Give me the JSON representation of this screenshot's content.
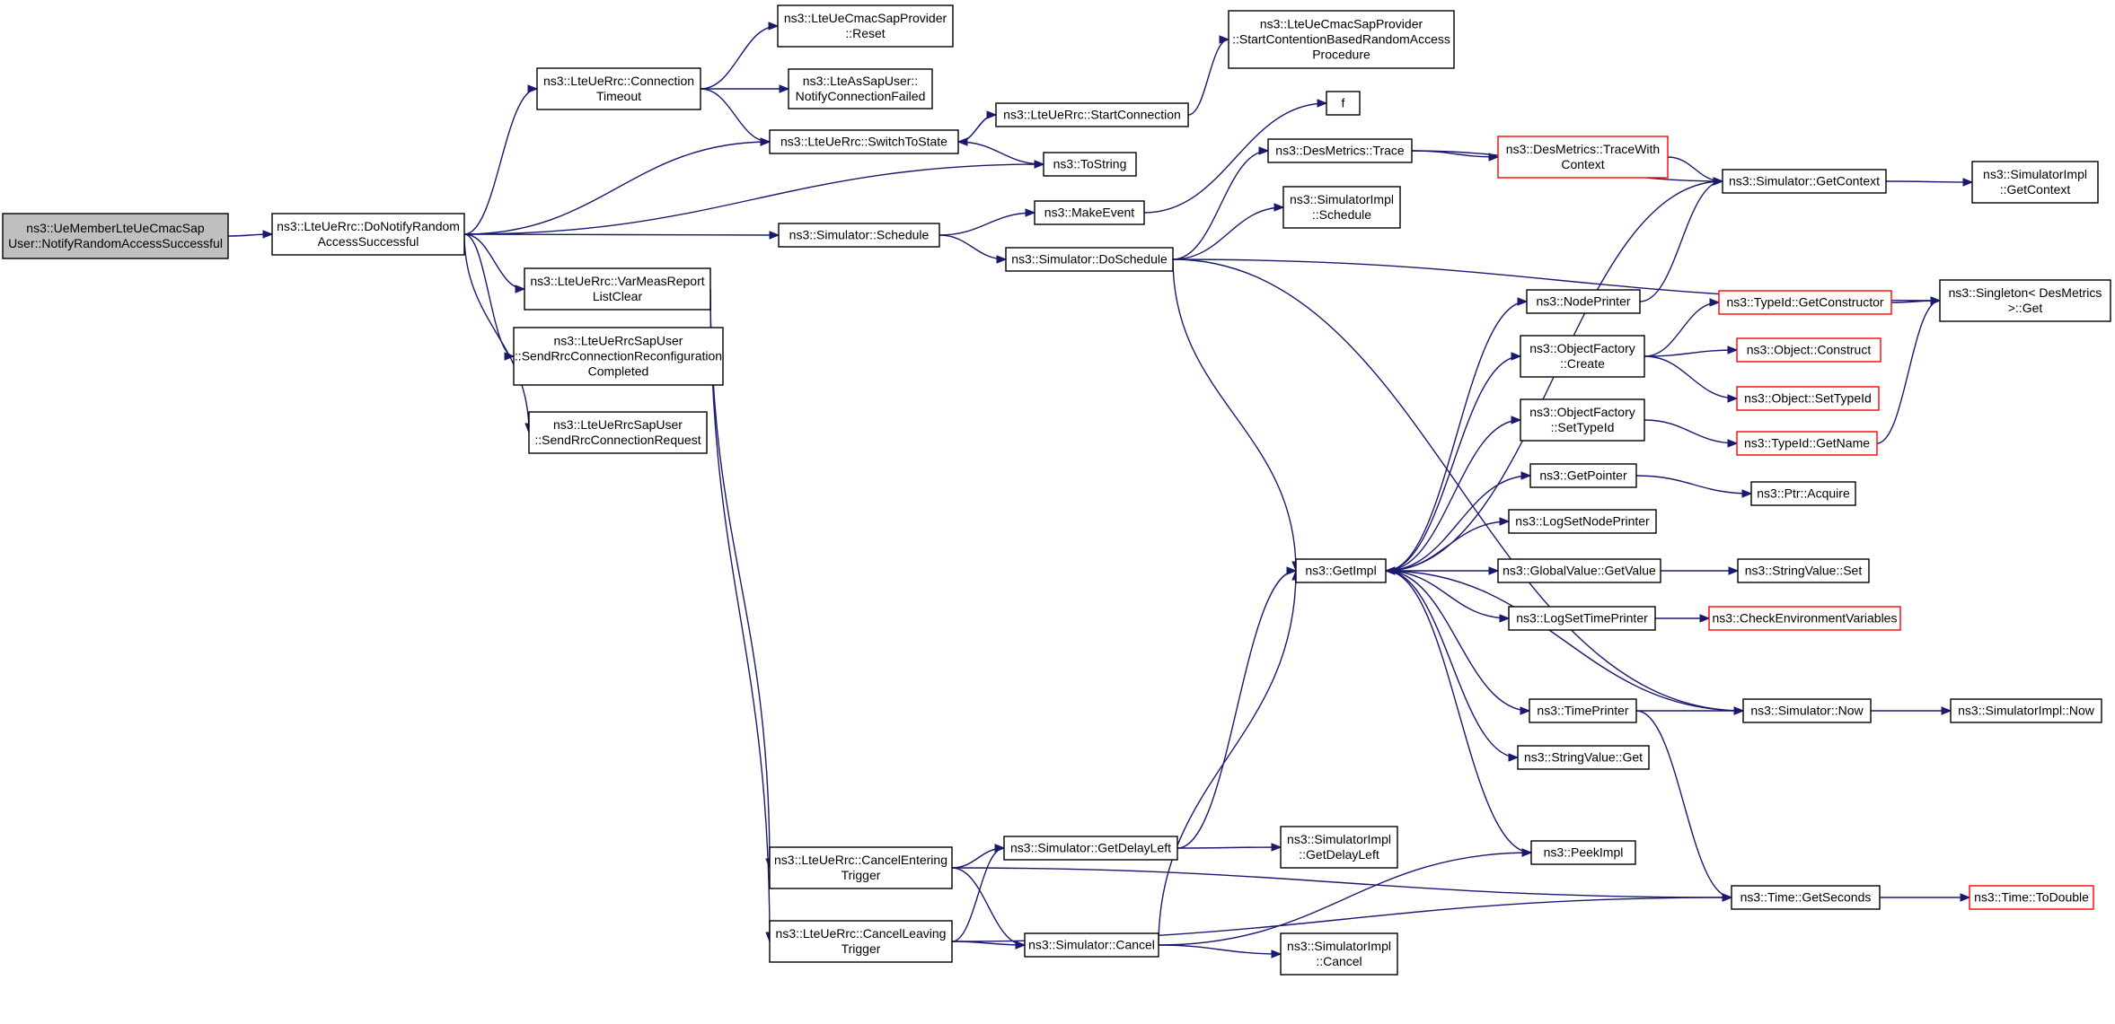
{
  "colors": {
    "edge": "#191970",
    "node_border": "#000000",
    "truncated_border": "#ff0000",
    "root_fill": "#bfbfbf",
    "background": "#ffffff"
  },
  "nodes": [
    {
      "id": "root",
      "lines": [
        "ns3::UeMemberLteUeCmacSap",
        "User::NotifyRandomAccessSuccessful"
      ],
      "style": "root"
    },
    {
      "id": "dnras",
      "lines": [
        "ns3::LteUeRrc::DoNotifyRandom",
        "AccessSuccessful"
      ]
    },
    {
      "id": "ct",
      "lines": [
        "ns3::LteUeRrc::Connection",
        "Timeout"
      ]
    },
    {
      "id": "cmreset",
      "lines": [
        "ns3::LteUeCmacSapProvider",
        "::Reset"
      ]
    },
    {
      "id": "ncf",
      "lines": [
        "ns3::LteAsSapUser::",
        "NotifyConnectionFailed"
      ]
    },
    {
      "id": "sts",
      "lines": [
        "ns3::LteUeRrc::SwitchToState"
      ]
    },
    {
      "id": "sc",
      "lines": [
        "ns3::LteUeRrc::StartConnection"
      ]
    },
    {
      "id": "scbra",
      "lines": [
        "ns3::LteUeCmacSapProvider",
        "::StartContentionBasedRandomAccess",
        "Procedure"
      ]
    },
    {
      "id": "tostr",
      "lines": [
        "ns3::ToString"
      ]
    },
    {
      "id": "f",
      "lines": [
        "f"
      ]
    },
    {
      "id": "me",
      "lines": [
        "ns3::MakeEvent"
      ]
    },
    {
      "id": "sched",
      "lines": [
        "ns3::Simulator::Schedule"
      ]
    },
    {
      "id": "dsched",
      "lines": [
        "ns3::Simulator::DoSchedule"
      ]
    },
    {
      "id": "dmtrace",
      "lines": [
        "ns3::DesMetrics::Trace"
      ]
    },
    {
      "id": "dmtwc",
      "lines": [
        "ns3::DesMetrics::TraceWith",
        "Context"
      ],
      "style": "red"
    },
    {
      "id": "getctx",
      "lines": [
        "ns3::Simulator::GetContext"
      ]
    },
    {
      "id": "sigetctx",
      "lines": [
        "ns3::SimulatorImpl",
        "::GetContext"
      ]
    },
    {
      "id": "sisched",
      "lines": [
        "ns3::SimulatorImpl",
        "::Schedule"
      ]
    },
    {
      "id": "singleton",
      "lines": [
        "ns3::Singleton< DesMetrics",
        " >::Get"
      ]
    },
    {
      "id": "vmrlc",
      "lines": [
        "ns3::LteUeRrc::VarMeasReport",
        "ListClear"
      ]
    },
    {
      "id": "srcrc",
      "lines": [
        "ns3::LteUeRrcSapUser",
        "::SendRrcConnectionReconfiguration",
        "Completed"
      ]
    },
    {
      "id": "srcr",
      "lines": [
        "ns3::LteUeRrcSapUser",
        "::SendRrcConnectionRequest"
      ]
    },
    {
      "id": "nodep",
      "lines": [
        "ns3::NodePrinter"
      ]
    },
    {
      "id": "ofc",
      "lines": [
        "ns3::ObjectFactory",
        "::Create"
      ]
    },
    {
      "id": "tgc",
      "lines": [
        "ns3::TypeId::GetConstructor"
      ],
      "style": "red"
    },
    {
      "id": "oconst",
      "lines": [
        "ns3::Object::Construct"
      ],
      "style": "red"
    },
    {
      "id": "osti",
      "lines": [
        "ns3::Object::SetTypeId"
      ],
      "style": "red"
    },
    {
      "id": "ofsti",
      "lines": [
        "ns3::ObjectFactory",
        "::SetTypeId"
      ]
    },
    {
      "id": "tgn",
      "lines": [
        "ns3::TypeId::GetName"
      ],
      "style": "red"
    },
    {
      "id": "gptr",
      "lines": [
        "ns3::GetPointer"
      ]
    },
    {
      "id": "pacq",
      "lines": [
        "ns3::Ptr::Acquire"
      ]
    },
    {
      "id": "lsnp",
      "lines": [
        "ns3::LogSetNodePrinter"
      ]
    },
    {
      "id": "getimpl",
      "lines": [
        "ns3::GetImpl"
      ]
    },
    {
      "id": "gvgv",
      "lines": [
        "ns3::GlobalValue::GetValue"
      ]
    },
    {
      "id": "svset",
      "lines": [
        "ns3::StringValue::Set"
      ]
    },
    {
      "id": "lstp",
      "lines": [
        "ns3::LogSetTimePrinter"
      ]
    },
    {
      "id": "cev",
      "lines": [
        "ns3::CheckEnvironmentVariables"
      ],
      "style": "red"
    },
    {
      "id": "tp",
      "lines": [
        "ns3::TimePrinter"
      ]
    },
    {
      "id": "snow",
      "lines": [
        "ns3::Simulator::Now"
      ]
    },
    {
      "id": "sinow",
      "lines": [
        "ns3::SimulatorImpl::Now"
      ]
    },
    {
      "id": "svget",
      "lines": [
        "ns3::StringValue::Get"
      ]
    },
    {
      "id": "cet",
      "lines": [
        "ns3::LteUeRrc::CancelEntering",
        "Trigger"
      ]
    },
    {
      "id": "sgdl",
      "lines": [
        "ns3::Simulator::GetDelayLeft"
      ]
    },
    {
      "id": "sigdl",
      "lines": [
        "ns3::SimulatorImpl",
        "::GetDelayLeft"
      ]
    },
    {
      "id": "peek",
      "lines": [
        "ns3::PeekImpl"
      ]
    },
    {
      "id": "tgs",
      "lines": [
        "ns3::Time::GetSeconds"
      ]
    },
    {
      "id": "ttd",
      "lines": [
        "ns3::Time::ToDouble"
      ],
      "style": "red"
    },
    {
      "id": "clt",
      "lines": [
        "ns3::LteUeRrc::CancelLeaving",
        "Trigger"
      ]
    },
    {
      "id": "scancel",
      "lines": [
        "ns3::Simulator::Cancel"
      ]
    },
    {
      "id": "sicancel",
      "lines": [
        "ns3::SimulatorImpl",
        "::Cancel"
      ]
    }
  ],
  "edges": [
    [
      "root",
      "dnras"
    ],
    [
      "dnras",
      "ct"
    ],
    [
      "dnras",
      "sts"
    ],
    [
      "dnras",
      "tostr"
    ],
    [
      "dnras",
      "sched"
    ],
    [
      "dnras",
      "vmrlc"
    ],
    [
      "dnras",
      "srcrc"
    ],
    [
      "dnras",
      "srcr"
    ],
    [
      "ct",
      "cmreset"
    ],
    [
      "ct",
      "ncf"
    ],
    [
      "ct",
      "sts"
    ],
    [
      "sts",
      "sc"
    ],
    [
      "sts",
      "tostr"
    ],
    [
      "sc",
      "sts"
    ],
    [
      "sc",
      "scbra"
    ],
    [
      "sched",
      "me"
    ],
    [
      "sched",
      "dsched"
    ],
    [
      "me",
      "f"
    ],
    [
      "dsched",
      "dmtrace"
    ],
    [
      "dsched",
      "sisched"
    ],
    [
      "dsched",
      "singleton"
    ],
    [
      "dsched",
      "getimpl"
    ],
    [
      "dsched",
      "snow"
    ],
    [
      "dmtrace",
      "dmtwc"
    ],
    [
      "dmtrace",
      "getctx"
    ],
    [
      "dmtwc",
      "getctx"
    ],
    [
      "getctx",
      "sigetctx"
    ],
    [
      "getctx",
      "getimpl"
    ],
    [
      "tgc",
      "singleton"
    ],
    [
      "tgn",
      "singleton"
    ],
    [
      "vmrlc",
      "cet"
    ],
    [
      "vmrlc",
      "clt"
    ],
    [
      "getimpl",
      "nodep"
    ],
    [
      "getimpl",
      "ofc"
    ],
    [
      "getimpl",
      "ofsti"
    ],
    [
      "getimpl",
      "gptr"
    ],
    [
      "getimpl",
      "lsnp"
    ],
    [
      "getimpl",
      "gvgv"
    ],
    [
      "getimpl",
      "lstp"
    ],
    [
      "getimpl",
      "tp"
    ],
    [
      "getimpl",
      "svget"
    ],
    [
      "getimpl",
      "peek"
    ],
    [
      "nodep",
      "getctx"
    ],
    [
      "ofc",
      "tgc"
    ],
    [
      "ofc",
      "oconst"
    ],
    [
      "ofc",
      "osti"
    ],
    [
      "ofsti",
      "tgn"
    ],
    [
      "gptr",
      "pacq"
    ],
    [
      "gvgv",
      "svset"
    ],
    [
      "lstp",
      "cev"
    ],
    [
      "tp",
      "snow"
    ],
    [
      "tp",
      "tgs"
    ],
    [
      "snow",
      "sinow"
    ],
    [
      "snow",
      "getimpl"
    ],
    [
      "cet",
      "sgdl"
    ],
    [
      "cet",
      "scancel"
    ],
    [
      "cet",
      "tgs"
    ],
    [
      "clt",
      "scancel"
    ],
    [
      "clt",
      "sgdl"
    ],
    [
      "clt",
      "tgs"
    ],
    [
      "sgdl",
      "getimpl"
    ],
    [
      "sgdl",
      "sigdl"
    ],
    [
      "scancel",
      "getimpl"
    ],
    [
      "scancel",
      "sicancel"
    ],
    [
      "scancel",
      "peek"
    ],
    [
      "tgs",
      "ttd"
    ]
  ]
}
